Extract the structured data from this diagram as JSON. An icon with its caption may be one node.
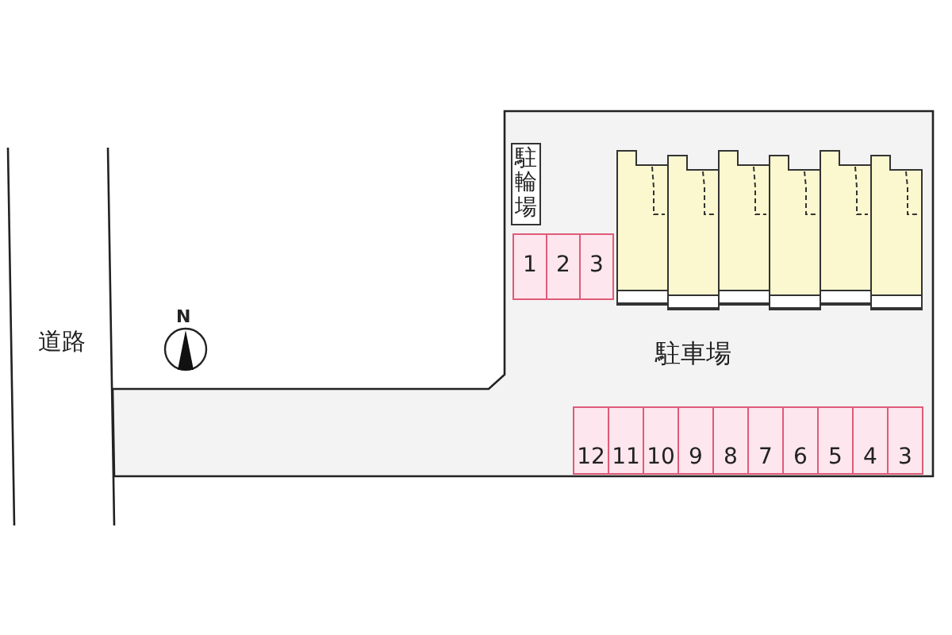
{
  "diagram": {
    "nodes": [
      {
        "text": [
          "駐輪場"
        ]
      },
      {
        "text": [
          "1"
        ]
      },
      {
        "text": [
          "2"
        ]
      },
      {
        "text": [
          "3"
        ]
      },
      {
        "text": [
          "12"
        ]
      },
      {
        "text": [
          "11"
        ]
      },
      {
        "text": [
          "10"
        ]
      },
      {
        "text": [
          "9"
        ]
      },
      {
        "text": [
          "8"
        ]
      },
      {
        "text": [
          "7"
        ]
      },
      {
        "text": [
          "6"
        ]
      },
      {
        "text": [
          "5"
        ]
      },
      {
        "text": [
          "4"
        ]
      },
      {
        "text": [
          "3"
        ]
      }
    ],
    "labels": [
      "N",
      "道路",
      "駐車場"
    ]
  }
}
